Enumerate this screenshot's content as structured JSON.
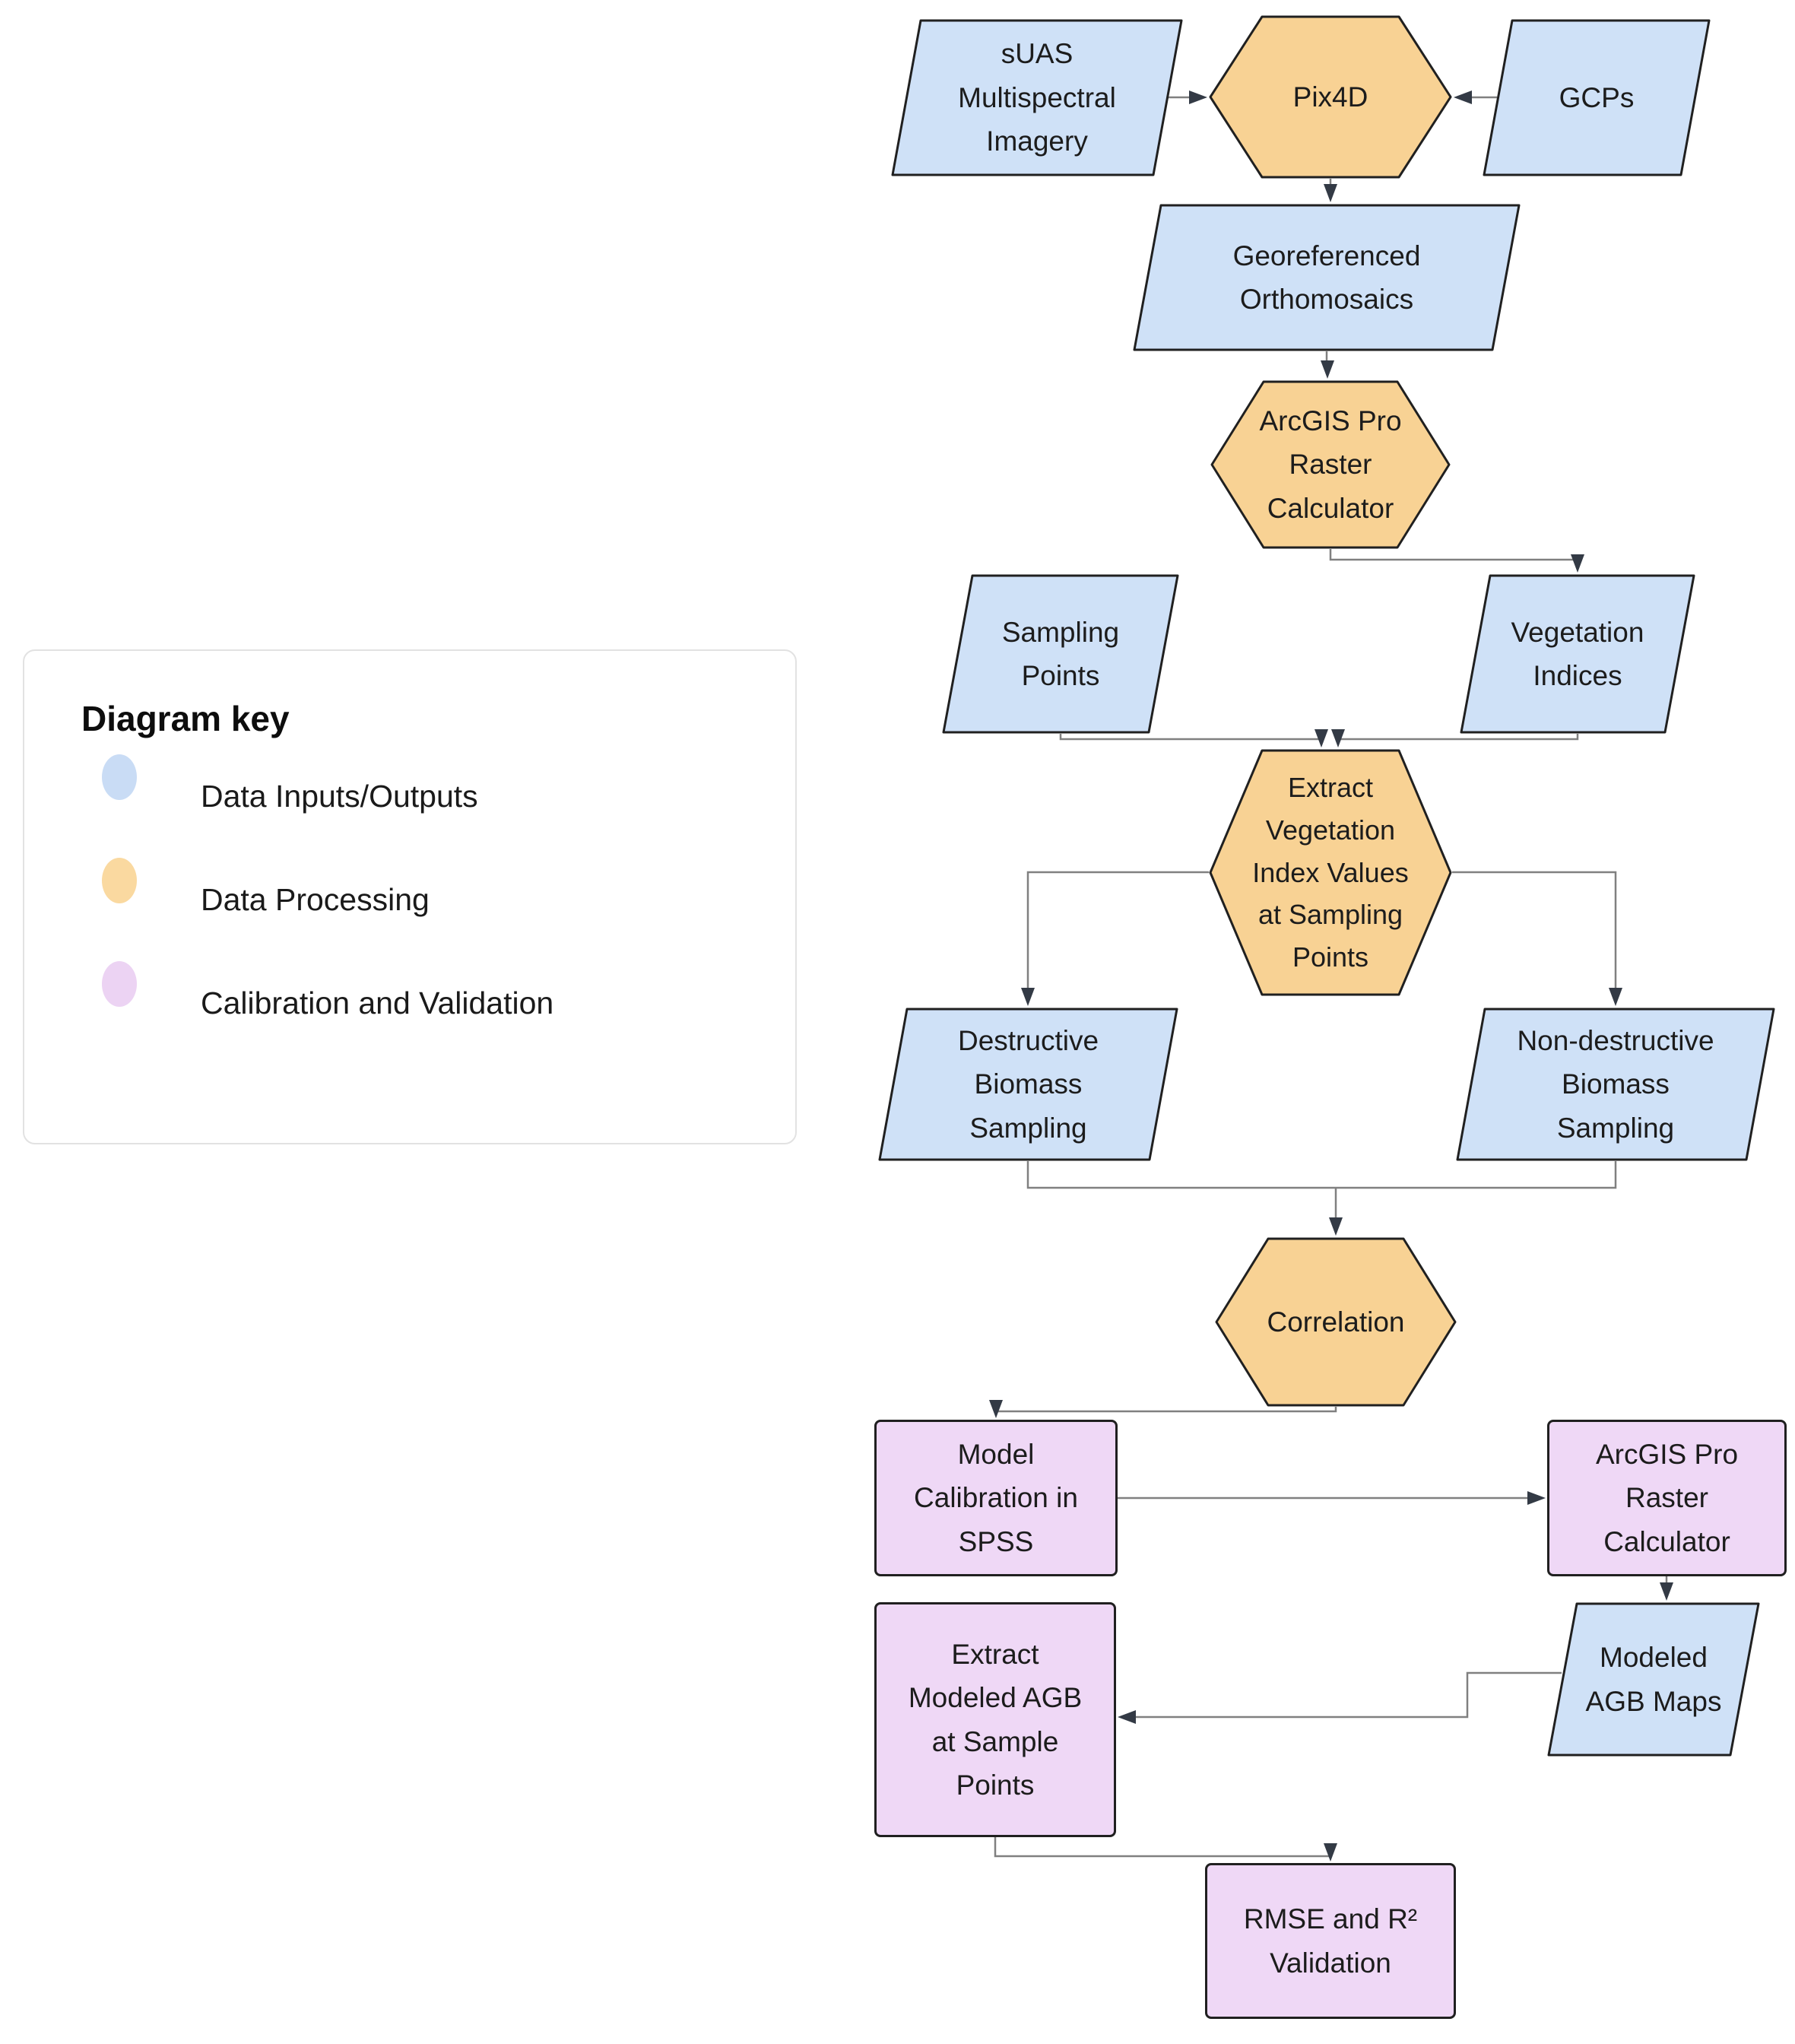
{
  "legend": {
    "title": "Diagram key",
    "items": [
      {
        "label": "Data Inputs/Outputs",
        "swatch": "#c9dcf5",
        "category": "input"
      },
      {
        "label": "Data Processing",
        "swatch": "#fad9a0",
        "category": "process"
      },
      {
        "label": "Calibration and Validation",
        "swatch": "#ecd3f3",
        "category": "calibration"
      }
    ]
  },
  "colors": {
    "input": "#cfe1f7",
    "process": "#f8d294",
    "calibration": "#efd8f6",
    "stroke": "#202020",
    "connector": "#808080",
    "arrowhead": "#333a45",
    "text": "#1c1c1c"
  },
  "nodes": [
    {
      "label": "sUAS Multispectral Imagery",
      "category": "input"
    },
    {
      "label": "Pix4D",
      "category": "process"
    },
    {
      "label": "GCPs",
      "category": "input"
    },
    {
      "label": "Georeferenced Orthomosaics",
      "category": "input"
    },
    {
      "label": "ArcGIS Pro Raster Calculator",
      "category": "process"
    },
    {
      "label": "Sampling Points",
      "category": "input"
    },
    {
      "label": "Vegetation Indices",
      "category": "input"
    },
    {
      "label": "Extract Vegetation Index Values at Sampling Points",
      "category": "process"
    },
    {
      "label": "Destructive Biomass Sampling",
      "category": "input"
    },
    {
      "label": "Non-destructive Biomass Sampling",
      "category": "input"
    },
    {
      "label": "Correlation",
      "category": "process"
    },
    {
      "label": "Model Calibration in SPSS",
      "category": "calibration"
    },
    {
      "label": "ArcGIS Pro Raster Calculator",
      "category": "calibration"
    },
    {
      "label": "Modeled AGB Maps",
      "category": "input"
    },
    {
      "label": "Extract Modeled AGB at Sample Points",
      "category": "calibration"
    },
    {
      "label": "RMSE and R² Validation",
      "category": "calibration"
    }
  ]
}
